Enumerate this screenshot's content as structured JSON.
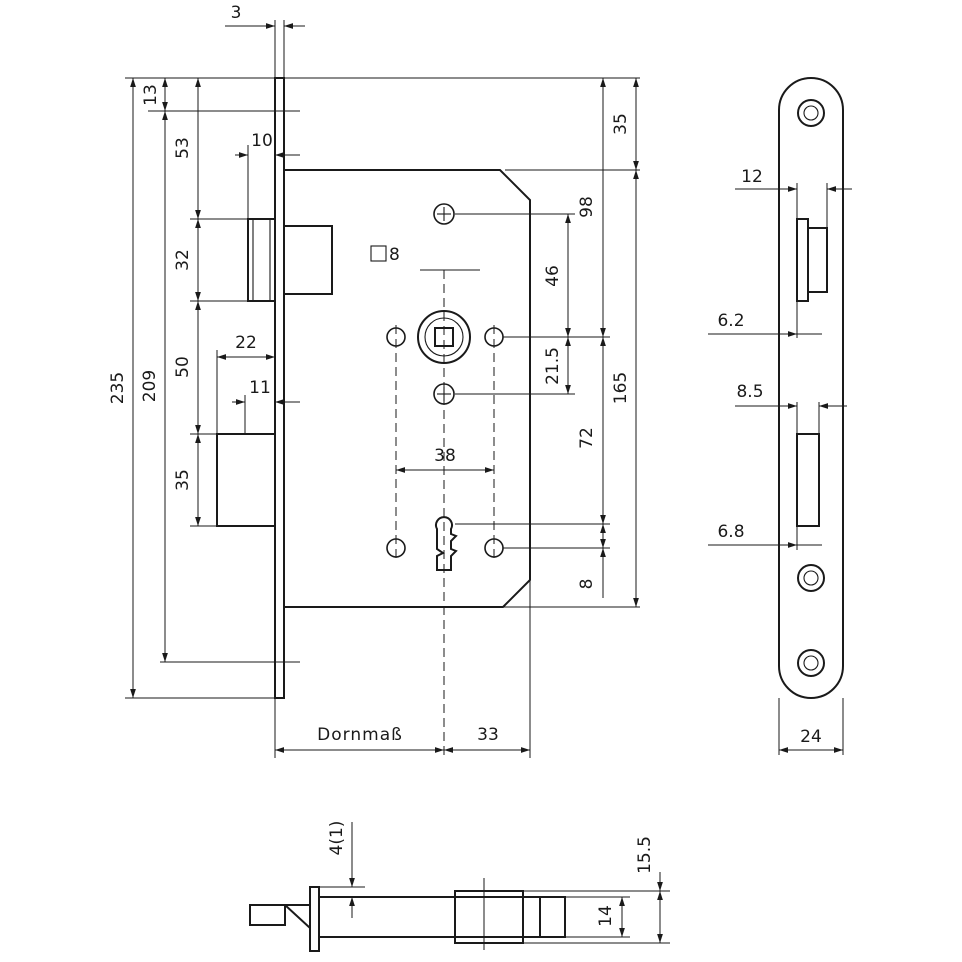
{
  "front_view": {
    "faceplate_thickness": "3",
    "top_offset": "13",
    "latch_top": "53",
    "latch_depth": "10",
    "latch_height": "32",
    "latch_to_bolt": "50",
    "bolt_throw": "22",
    "bolt_inner": "11",
    "bolt_height": "35",
    "overall_height": "235",
    "screw_spacing": "209",
    "top_to_case": "35",
    "top_hole": "98",
    "follower_hole": "46",
    "follower_to_hole": "21.5",
    "case_height": "165",
    "spindle_size": "8",
    "hole_spacing": "38",
    "distance": "72",
    "bottom_offset": "8",
    "backset_label": "Dornmaß",
    "backset_extra": "33"
  },
  "side_view": {
    "dim_12": "12",
    "dim_6_2": "6.2",
    "dim_8_5": "8.5",
    "dim_6_8": "6.8",
    "faceplate_width": "24"
  },
  "bottom_view": {
    "dim_4_1": "4(1)",
    "dim_15_5": "15.5",
    "dim_14": "14"
  }
}
